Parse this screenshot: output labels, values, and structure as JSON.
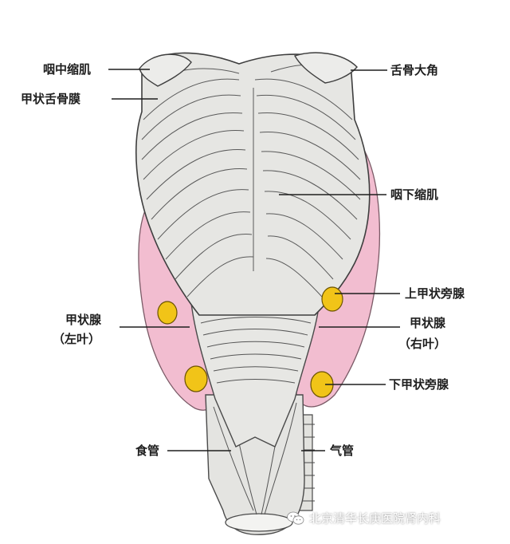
{
  "labels": {
    "yan_zhong_suo_ji": "咽中缩肌",
    "jia_zhuang_she_gu_mo": "甲状舌骨膜",
    "she_gu_da_jiao": "舌骨大角",
    "yan_xia_suo_ji": "咽下缩肌",
    "shang_jia_zhuang_pang_xian": "上甲状旁腺",
    "jia_zhuang_xian_left": "甲状腺",
    "left_lobe": "（左叶）",
    "jia_zhuang_xian_right": "甲状腺",
    "right_lobe": "（右叶）",
    "xia_jia_zhuang_pang_xian": "下甲状旁腺",
    "shi_guan": "食管",
    "qi_guan": "气管"
  },
  "watermark": {
    "icon": "wechat-icon",
    "text": "北京清华长庚医院肾内科"
  },
  "colors": {
    "muscle": "#e6e6e3",
    "muscle_line": "#4a4a4a",
    "thyroid": "#f2bdd0",
    "parathyroid": "#f1c418",
    "text": "#1e1e1e"
  }
}
